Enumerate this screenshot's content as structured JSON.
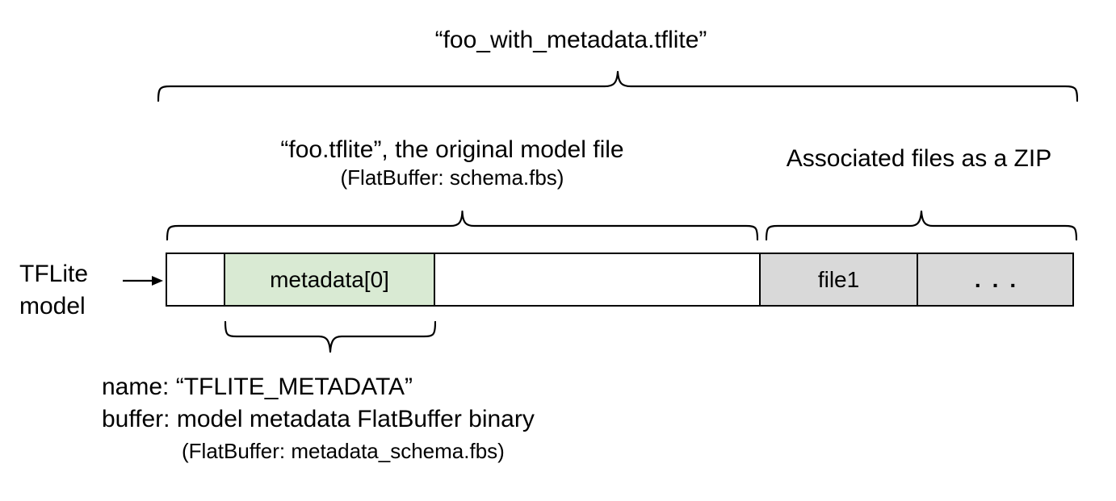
{
  "title": "“foo_with_metadata.tflite”",
  "original_model": {
    "label": "“foo.tflite”, the original model file",
    "sublabel": "(FlatBuffer: schema.fbs)"
  },
  "associated_files": {
    "label": "Associated files as a ZIP"
  },
  "pointer": {
    "line1": "TFLite",
    "line2": "model"
  },
  "bar": {
    "segments": [
      {
        "name": "padding",
        "label": ""
      },
      {
        "name": "metadata",
        "label": "metadata[0]"
      },
      {
        "name": "model-content",
        "label": ""
      },
      {
        "name": "file1",
        "label": "file1"
      },
      {
        "name": "more-files",
        "label": "..."
      }
    ]
  },
  "metadata_annotation": {
    "name_line": "name: “TFLITE_METADATA”",
    "buffer_line": "buffer: model metadata FlatBuffer binary",
    "schema_line": "(FlatBuffer: metadata_schema.fbs)"
  },
  "colors": {
    "metadata_fill": "#d9ead3",
    "associated_fill": "#d9d9d9",
    "outline": "#000000",
    "background": "#ffffff"
  }
}
